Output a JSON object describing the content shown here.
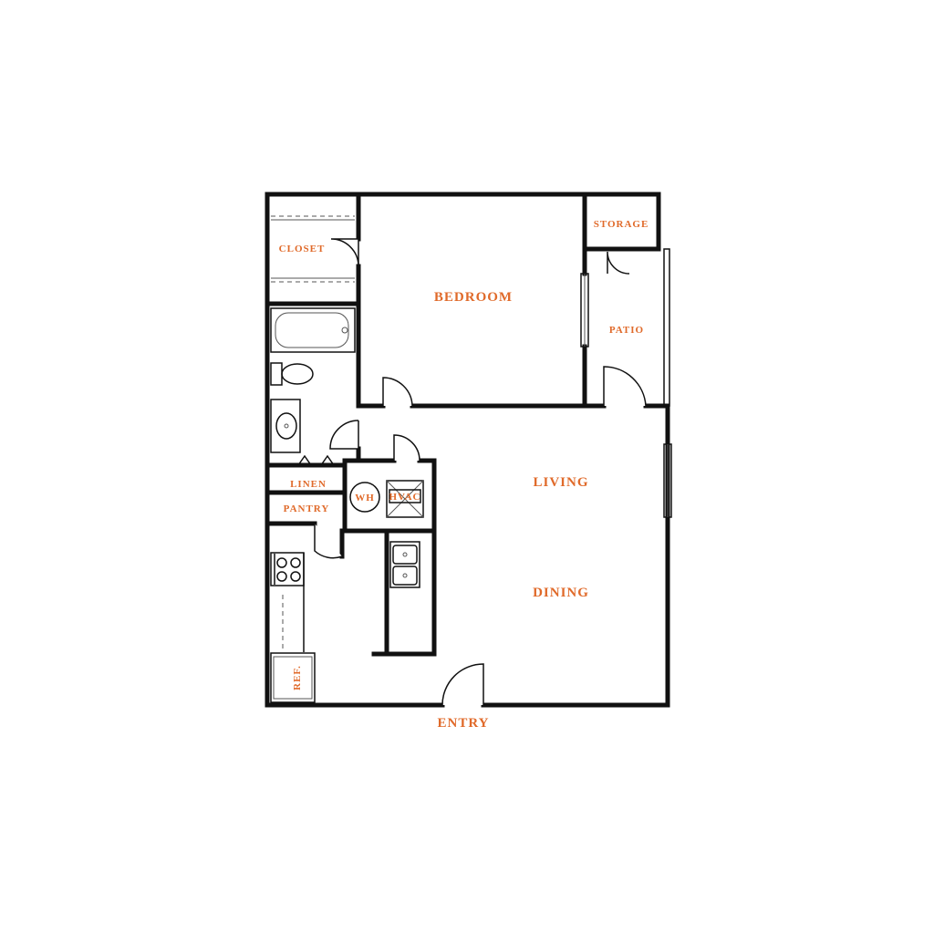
{
  "accent_color": "#e06a2a",
  "wall_color": "#111111",
  "rooms": {
    "closet": "CLOSET",
    "bedroom": "BEDROOM",
    "storage": "STORAGE",
    "patio": "PATIO",
    "linen": "LINEN",
    "pantry": "PANTRY",
    "wh": "WH",
    "hvac": "HVAC",
    "living": "LIVING",
    "dining": "DINING",
    "ref": "REF.",
    "entry": "ENTRY"
  }
}
